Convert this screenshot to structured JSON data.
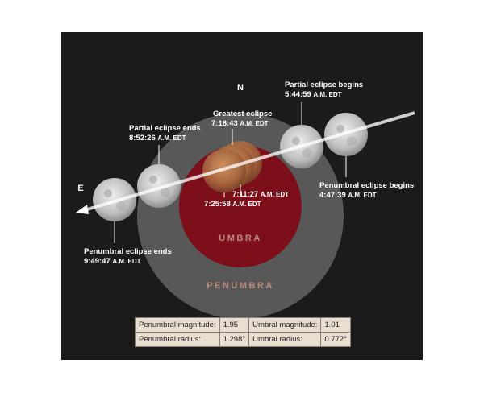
{
  "compass": {
    "north": "N",
    "east": "E"
  },
  "zones": {
    "umbra": "UMBRA",
    "penumbra": "PENUMBRA"
  },
  "events": {
    "penumbral_begins": {
      "label": "Penumbral eclipse begins",
      "time": "4:47:39",
      "suffix": "A.M. EDT"
    },
    "partial_begins": {
      "label": "Partial eclipse begins",
      "time": "5:44:59",
      "suffix": "A.M. EDT"
    },
    "total_begins": {
      "time": "7:11:27",
      "suffix": "A.M. EDT"
    },
    "greatest": {
      "label": "Greatest eclipse",
      "time": "7:18:43",
      "suffix": "A.M. EDT"
    },
    "total_ends": {
      "time": "7:25:58",
      "suffix": "A.M. EDT"
    },
    "partial_ends": {
      "label": "Partial eclipse ends",
      "time": "8:52:26",
      "suffix": "A.M. EDT"
    },
    "penumbral_ends": {
      "label": "Penumbral eclipse ends",
      "time": "9:49:47",
      "suffix": "A.M. EDT"
    }
  },
  "table": {
    "penumbral_magnitude": {
      "label": "Penumbral magnitude:",
      "value": "1.95"
    },
    "umbral_magnitude": {
      "label": "Umbral magnitude:",
      "value": "1.01"
    },
    "penumbral_radius": {
      "label": "Penumbral radius:",
      "value": "1.298°"
    },
    "umbral_radius": {
      "label": "Umbral radius:",
      "value": "0.772°"
    }
  },
  "colors": {
    "background": "#1b1b1b",
    "penumbra": "#585858",
    "umbra": "#7c0f1a",
    "path": "#ffffff",
    "moon": "#c9c9c9",
    "eclipsed_moon": "#b5744a",
    "zone_label": "#b98a80",
    "table_bg": "#e9ded0"
  },
  "icons": {
    "arrow": "arrow-head-icon"
  }
}
